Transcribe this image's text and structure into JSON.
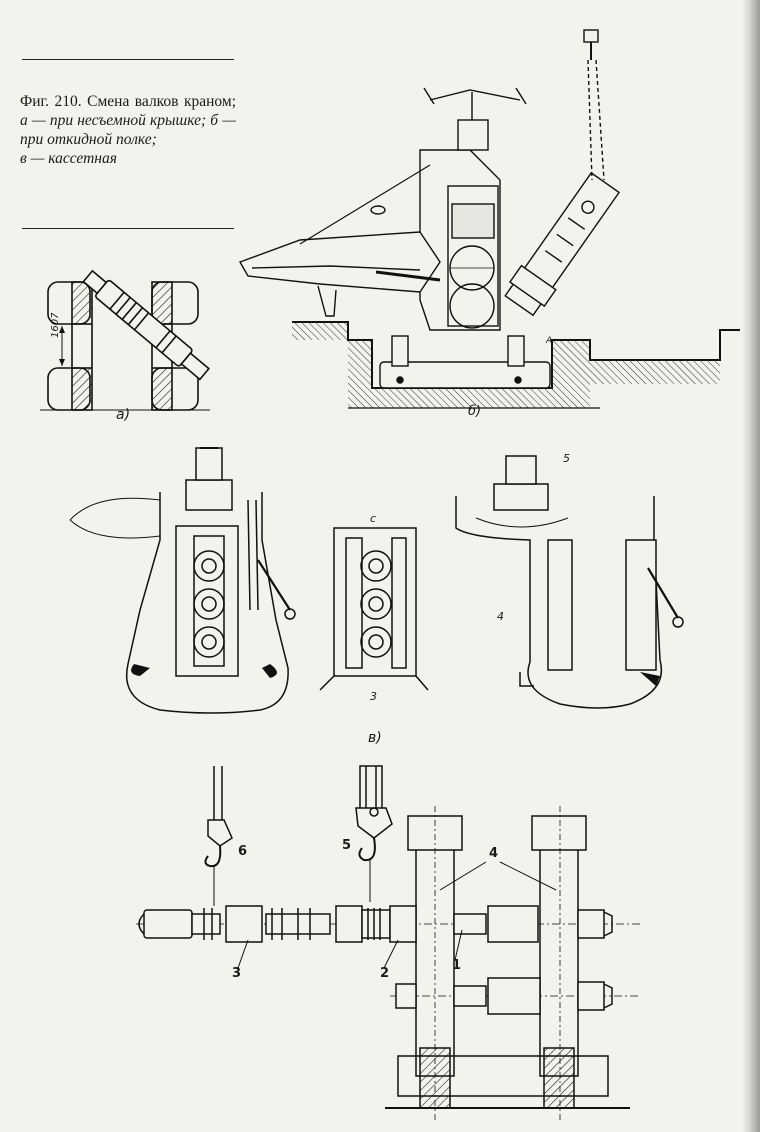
{
  "caption": {
    "figure_number": "Фиг. 210.",
    "text": "Смена валков краном;",
    "part_a": "а — при несъемной крышке;",
    "part_b": "б — при откидной полке;",
    "part_c": "в — кассетная"
  },
  "panel_labels": {
    "a": "а)",
    "b": "б)",
    "c": "в)"
  },
  "dimension_a": "1607",
  "callouts": {
    "n1": "1",
    "n2": "2",
    "n3": "3",
    "n4": "4",
    "n5": "5",
    "n6": "6",
    "v_top": "5",
    "v_cassette_top": "с",
    "v_cassette_bottom": "3",
    "v_right": "4",
    "b_mark": "А"
  }
}
